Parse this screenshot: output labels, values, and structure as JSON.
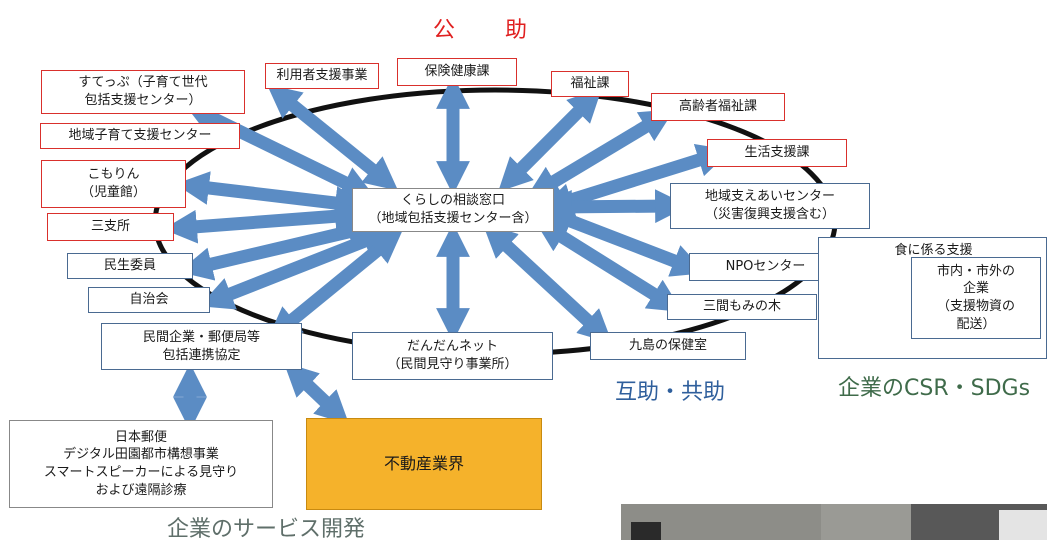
{
  "header": {
    "title": "公　助"
  },
  "nodes": {
    "center": "くらしの相談窓口\n（地域包括支援センター含）",
    "suteppu": "すてっぷ（子育て世代\n包括支援センター）",
    "riyousha": "利用者支援事業",
    "hoken": "保険健康課",
    "fukushi": "福祉課",
    "koureisha": "高齢者福祉課",
    "seikatsu": "生活支援課",
    "kosodate": "地域子育て支援センター",
    "komorin": "こもりん\n（児童館）",
    "sanshisho": "三支所",
    "minsei": "民生委員",
    "jichikai": "自治会",
    "minkan": "民間企業・郵便局等\n包括連携協定",
    "dandan": "だんだんネット\n（民間見守り事業所）",
    "kujima": "九島の保健室",
    "mima": "三間もみの木",
    "npo": "NPOセンター",
    "chiiki_sasae": "地域支えあいセンター\n（災害復興支援含む）",
    "shoku_label": "食に係る支援",
    "kigyo_inner": "市内・市外の\n企業\n（支援物資の\n配送）",
    "yubin": "日本郵便\nデジタル田園都市構想事業\nスマートスピーカーによる見守り\nおよび遠隔診療",
    "fudousan": "不動産業界"
  },
  "labels": {
    "mutual": "互助・共助",
    "csr": "企業のCSR・SDGs",
    "service": "企業のサービス開発"
  },
  "colors": {
    "arrow": "#5b8cc4",
    "red_border": "#d9302c",
    "blue_border": "#4a6a91",
    "fudousan_fill": "#f5b22b",
    "title_red": "#e02020"
  }
}
